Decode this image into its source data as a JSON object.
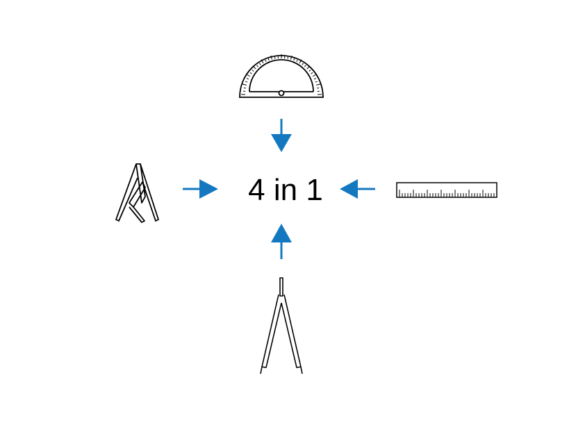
{
  "center_label": "4 in 1",
  "tools": [
    {
      "position": "top",
      "icon": "protractor-icon"
    },
    {
      "position": "left",
      "icon": "tweezers-icon"
    },
    {
      "position": "right",
      "icon": "ruler-icon"
    },
    {
      "position": "bottom",
      "icon": "divider-compass-icon"
    }
  ],
  "arrows": [
    {
      "from": "top",
      "direction": "down"
    },
    {
      "from": "left",
      "direction": "right"
    },
    {
      "from": "right",
      "direction": "left"
    },
    {
      "from": "bottom",
      "direction": "up"
    }
  ],
  "colors": {
    "arrow": "#1478c0",
    "icon_stroke": "#000000",
    "background": "#ffffff",
    "text": "#000000"
  }
}
